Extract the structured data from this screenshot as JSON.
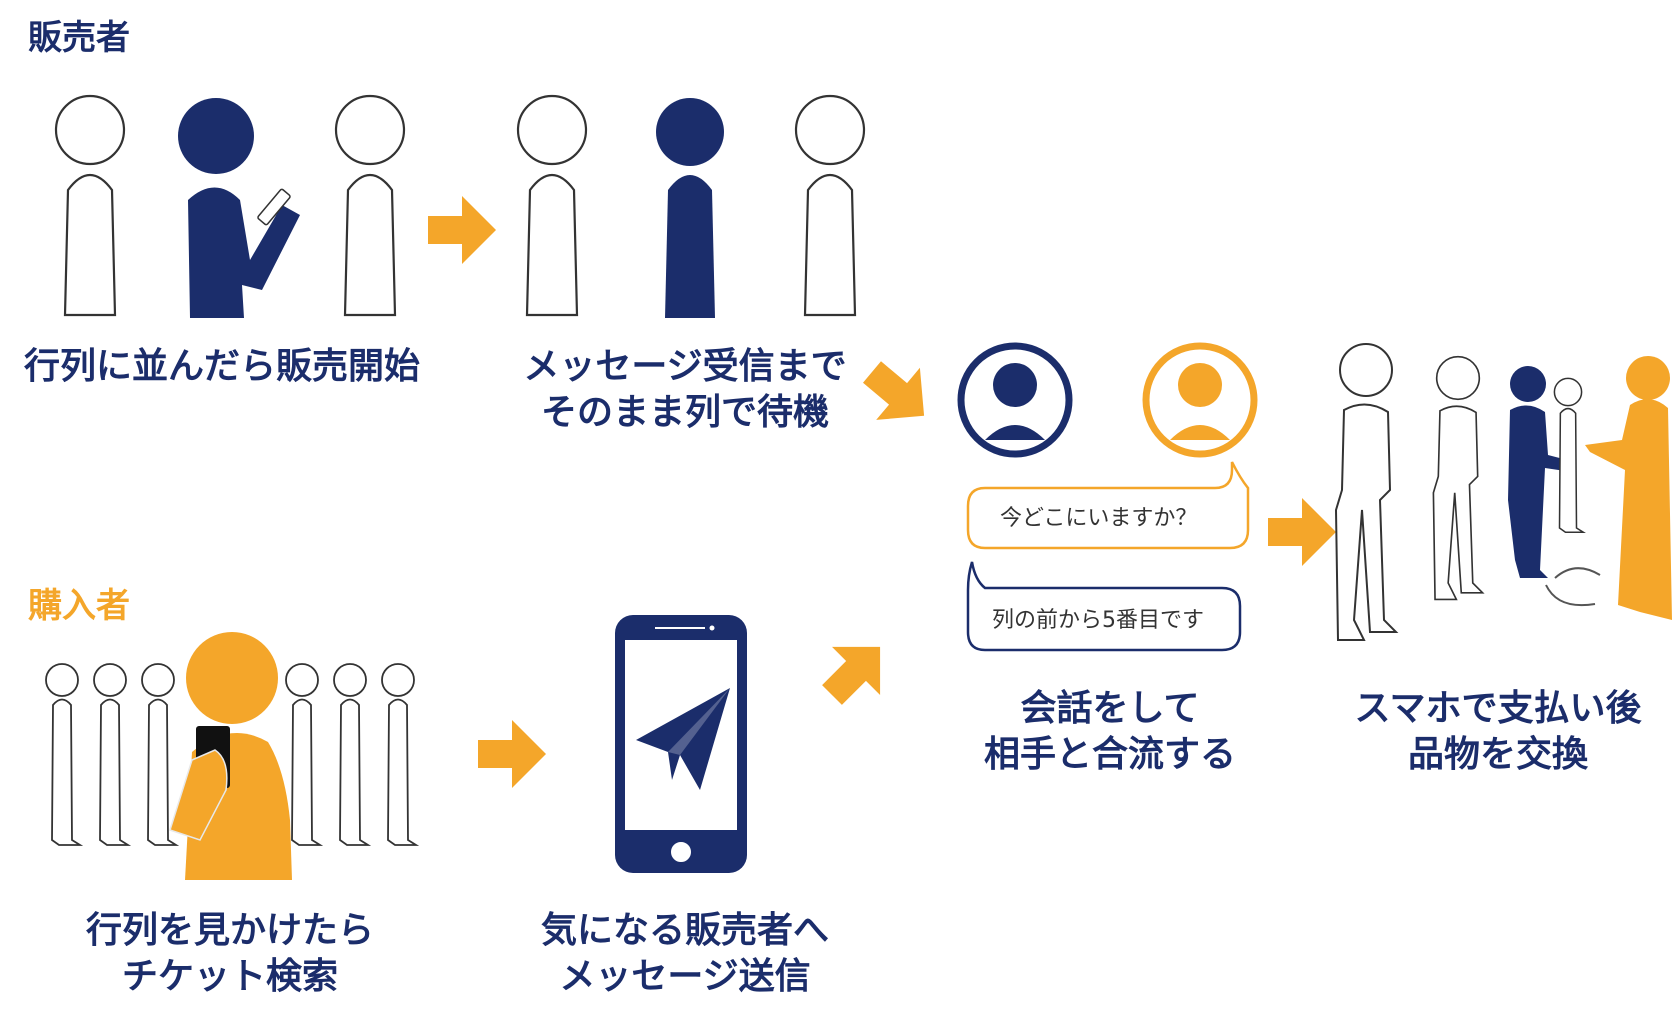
{
  "roles": {
    "seller": "販売者",
    "buyer": "購入者"
  },
  "steps": {
    "seller_step1": "行列に並んだら販売開始",
    "seller_step2_line1": "メッセージ受信まで",
    "seller_step2_line2": "そのまま列で待機",
    "buyer_step1_line1": "行列を見かけたら",
    "buyer_step1_line2": "チケット検索",
    "buyer_step2_line1": "気になる販売者へ",
    "buyer_step2_line2": "メッセージ送信",
    "meet_line1": "会話をして",
    "meet_line2": "相手と合流する",
    "exchange_line1": "スマホで支払い後",
    "exchange_line2": "品物を交換"
  },
  "chat": {
    "question": "今どこにいますか？",
    "answer": "列の前から5番目です"
  },
  "colors": {
    "navy": "#1b2d6b",
    "orange": "#f4a62a",
    "outline": "#333333"
  }
}
